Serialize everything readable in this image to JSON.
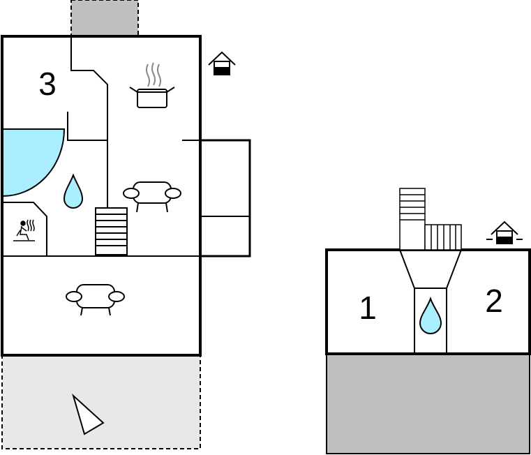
{
  "colors": {
    "wall": "#000000",
    "water": "#aaeeff",
    "terrace": "#e8e8e8",
    "dark_fill": "#bfbfbf",
    "background": "#ffffff"
  },
  "icons": [
    "house-entrance-icon",
    "cooking-pot-icon",
    "sofa-icon",
    "water-drop-icon",
    "sauna-icon",
    "staircase-icon",
    "compass-north-icon"
  ],
  "plans": {
    "left": {
      "rooms": [
        {
          "label": "3"
        }
      ]
    },
    "right": {
      "rooms": [
        {
          "label": "1"
        },
        {
          "label": "2"
        }
      ]
    }
  }
}
